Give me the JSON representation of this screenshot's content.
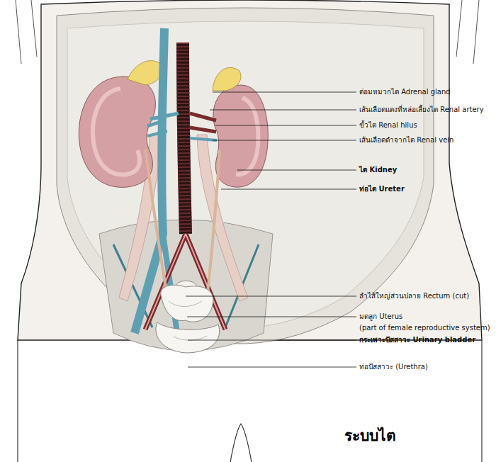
{
  "diagram": {
    "title": "ระบบไต",
    "labels": [
      "ต่อมหมวกไต Adrenal gland",
      "เส้นเลือดแดงที่หล่อเลี้ยงไต Renal artery",
      "ขั้วไต Renal hilus",
      "เส้นเลือดดำจากไต Renal vein",
      "ไต Kidney",
      "ท่อไต Ureter",
      "ลำไส้ใหญ่ส่วนปลาย Rectum (cut)",
      "มดลูก Uterus",
      "(part of female reproductive system)",
      "กระเพาะปัสสาวะ Urinary bladder",
      "ท่อปัสสาวะ (Urethra)"
    ]
  }
}
